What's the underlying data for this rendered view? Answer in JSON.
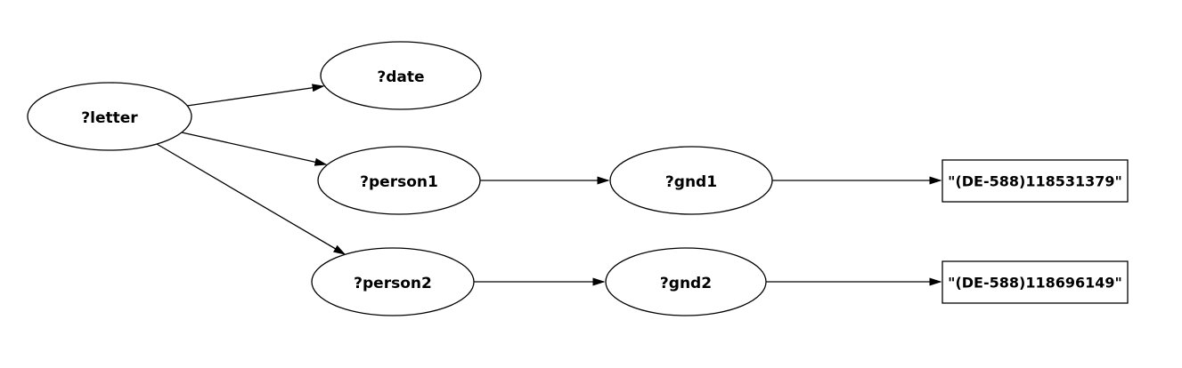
{
  "diagram": {
    "type": "directed-graph",
    "background_color": "#ffffff",
    "stroke_color": "#000000",
    "text_color": "#000000",
    "nodes": {
      "letter": {
        "label": "?letter",
        "shape": "ellipse"
      },
      "date": {
        "label": "?date",
        "shape": "ellipse"
      },
      "person1": {
        "label": "?person1",
        "shape": "ellipse"
      },
      "gnd1": {
        "label": "?gnd1",
        "shape": "ellipse"
      },
      "person2": {
        "label": "?person2",
        "shape": "ellipse"
      },
      "gnd2": {
        "label": "?gnd2",
        "shape": "ellipse"
      },
      "literal1": {
        "label": "\"(DE-588)118531379\"",
        "shape": "box"
      },
      "literal2": {
        "label": "\"(DE-588)118696149\"",
        "shape": "box"
      }
    },
    "edges": [
      {
        "from": "letter",
        "to": "date"
      },
      {
        "from": "letter",
        "to": "person1"
      },
      {
        "from": "letter",
        "to": "person2"
      },
      {
        "from": "person1",
        "to": "gnd1"
      },
      {
        "from": "gnd1",
        "to": "literal1"
      },
      {
        "from": "person2",
        "to": "gnd2"
      },
      {
        "from": "gnd2",
        "to": "literal2"
      }
    ]
  }
}
